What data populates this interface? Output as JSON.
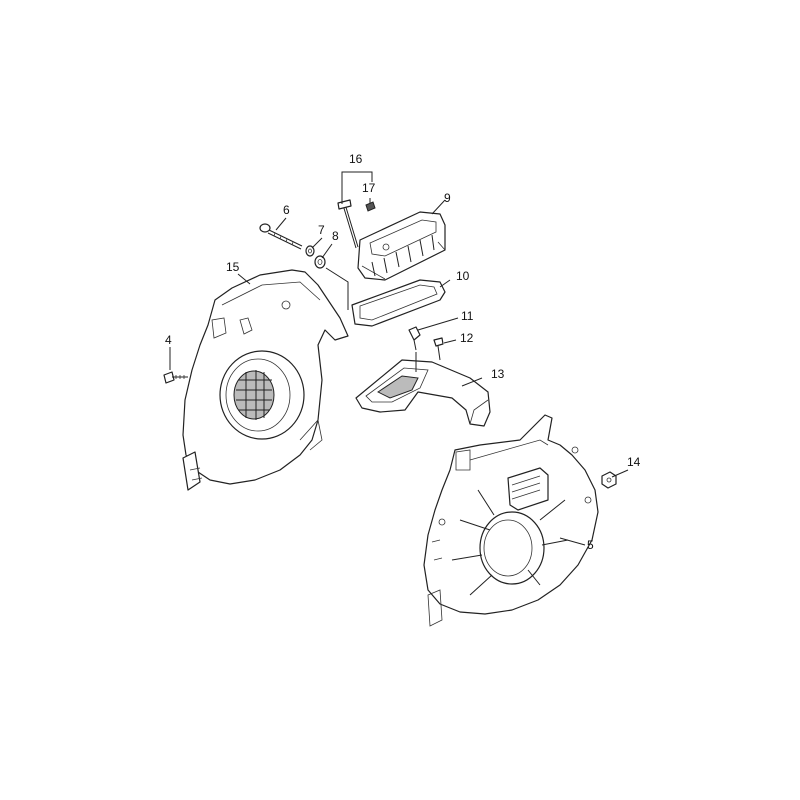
{
  "diagram": {
    "callouts": {
      "p4": "4",
      "p5": "5",
      "p6": "6",
      "p7": "7",
      "p8": "8",
      "p9": "9",
      "p10": "10",
      "p11": "11",
      "p12": "12",
      "p13": "13",
      "p14": "14",
      "p15": "15",
      "p16": "16",
      "p17": "17"
    }
  }
}
